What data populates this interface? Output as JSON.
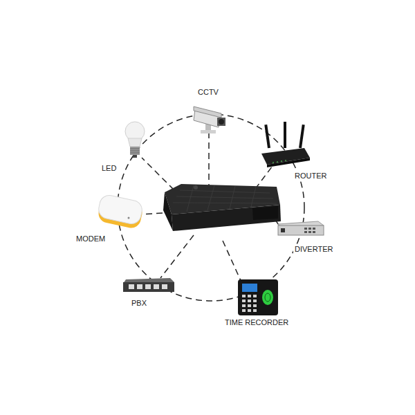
{
  "diagram": {
    "labels": [
      "CCTV",
      "LED",
      "ROUTER",
      "MODEM",
      "DIVERTER",
      "PBX",
      "TIME RECORDER"
    ]
  }
}
